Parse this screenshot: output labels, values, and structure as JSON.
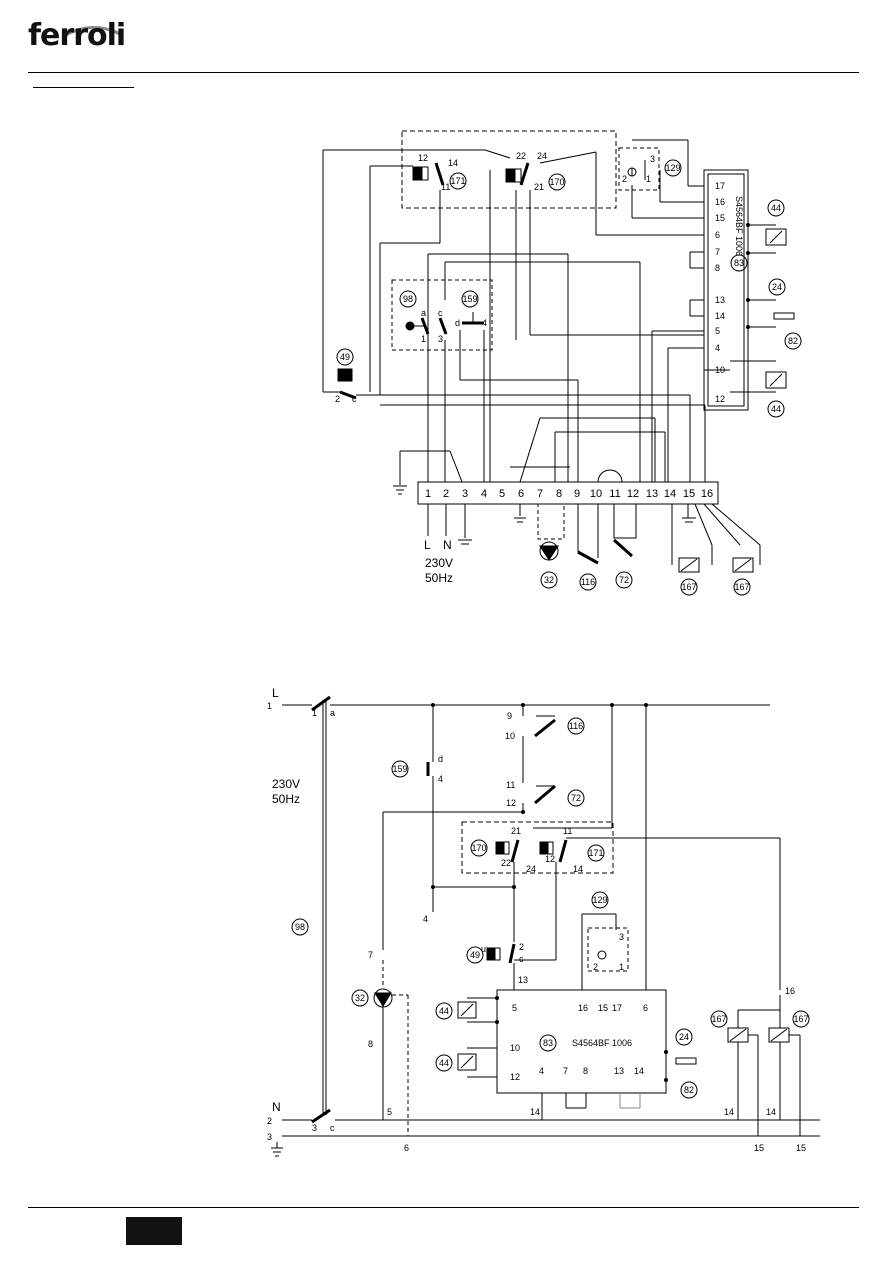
{
  "brand": {
    "name": "ferroli"
  },
  "power": {
    "voltage": "230V",
    "frequency": "50Hz",
    "L": "L",
    "N": "N"
  },
  "controller": {
    "model": "S4564BF 1006",
    "ref": "83"
  },
  "terminals": [
    "1",
    "2",
    "3",
    "4",
    "5",
    "6",
    "7",
    "8",
    "9",
    "10",
    "11",
    "12",
    "13",
    "14",
    "15",
    "16"
  ],
  "board_pins": [
    "17",
    "16",
    "15",
    "6",
    "7",
    "8",
    "13",
    "14",
    "5",
    "4",
    "10",
    "12"
  ],
  "refs": {
    "r171": "171",
    "r170": "170",
    "r129": "129",
    "r44": "44",
    "r24": "24",
    "r82": "82",
    "r98": "98",
    "r159": "159",
    "r49": "49",
    "r32": "32",
    "r116": "116",
    "r72": "72",
    "r167": "167",
    "r83": "83"
  },
  "contacts": {
    "c12": "12",
    "c14": "14",
    "c11": "11",
    "c22": "22",
    "c24": "24",
    "c21": "21",
    "c2": "2",
    "c3": "3",
    "c1": "1",
    "ca": "a",
    "cc": "c",
    "cd": "d",
    "c4": "4",
    "cu": "u"
  },
  "schematic_nodes": {
    "n1": "1",
    "n2": "2",
    "n3": "3",
    "n4": "4",
    "n5": "5",
    "n6": "6",
    "n7": "7",
    "n8": "8",
    "n9": "9",
    "n10": "10",
    "n11": "11",
    "n12": "12",
    "n13": "13",
    "n14": "14",
    "n15": "15",
    "n16": "16",
    "n17": "17"
  }
}
